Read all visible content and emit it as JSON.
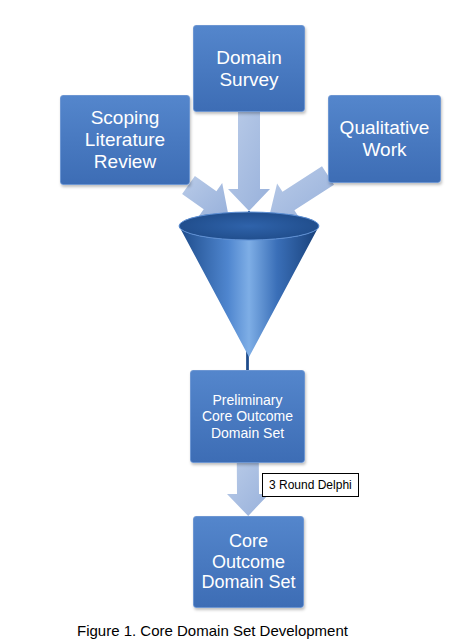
{
  "diagram": {
    "caption": "Figure 1. Core Domain Set Development",
    "nodes": [
      {
        "text": [
          "Scoping Literature Review"
        ]
      },
      {
        "text": [
          "Domain Survey"
        ]
      },
      {
        "text": [
          "Qualitative Work"
        ]
      },
      {
        "text": [
          "Preliminary Core Outcome Domain Set"
        ]
      },
      {
        "text": [
          "Core Outcome Domain Set"
        ]
      }
    ],
    "edges": [
      {
        "from": 0,
        "to": 3,
        "arrow": "to"
      },
      {
        "from": 1,
        "to": 3,
        "arrow": "to"
      },
      {
        "from": 2,
        "to": 3,
        "arrow": "to"
      },
      {
        "from": 3,
        "to": 4,
        "arrow": "to",
        "label": "3 Round Delphi"
      }
    ]
  }
}
